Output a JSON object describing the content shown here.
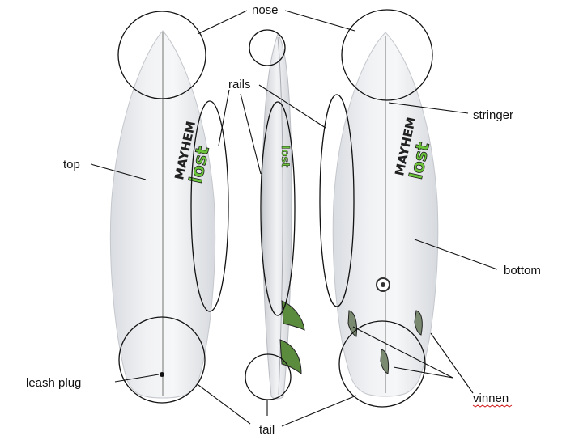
{
  "labels": {
    "nose": "nose",
    "rails": "rails",
    "stringer": "stringer",
    "top": "top",
    "bottom": "bottom",
    "leash_plug": "leash plug",
    "tail": "tail",
    "vinnen": "vinnen"
  },
  "board_logo": {
    "brand": "lost",
    "model": "MAYHEM"
  },
  "colors": {
    "board": "#e9ebee",
    "stringer": "#8a8a8a",
    "logo_green": "#6cc43a",
    "ink": "#111111",
    "spellcheck_underline": "#d01c1c"
  }
}
